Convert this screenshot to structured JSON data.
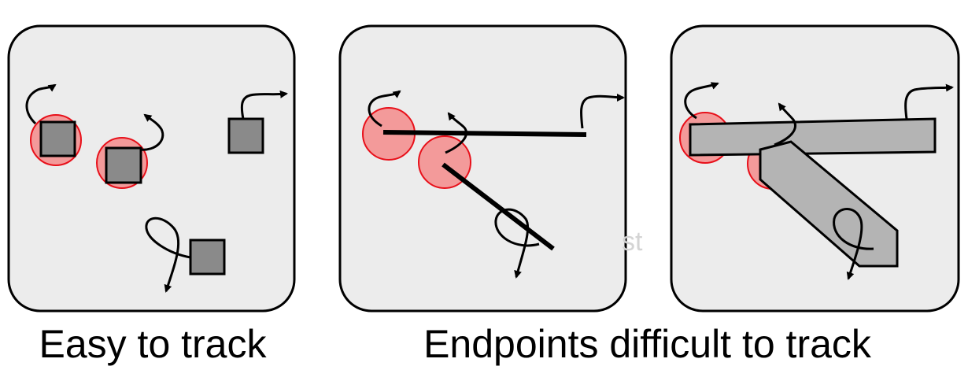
{
  "panels": [
    {
      "id": "easy",
      "content": "squares"
    },
    {
      "id": "lines",
      "content": "line-segments"
    },
    {
      "id": "rods",
      "content": "thick-rods"
    }
  ],
  "captions": {
    "left": "Easy to track",
    "right": "Endpoints difficult to track"
  },
  "watermark_fragment": "st",
  "colors": {
    "panel_fill": "#ececec",
    "object_fill": "#8a8a8a",
    "rod_fill": "#b4b4b4",
    "highlight_fill": "#f39a9a",
    "highlight_stroke": "#e8101a"
  }
}
